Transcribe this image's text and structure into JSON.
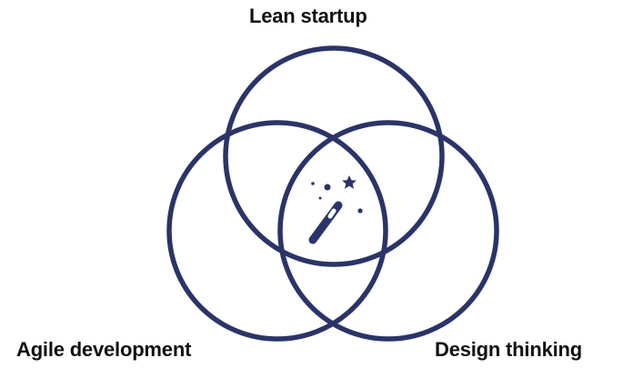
{
  "colors": {
    "circle_stroke": "#2b3468",
    "label_text": "#111111",
    "background": "#ffffff"
  },
  "labels": {
    "top": "Lean startup",
    "left": "Agile development",
    "right": "Design thinking"
  },
  "center_icon": "magic-wand-icon"
}
